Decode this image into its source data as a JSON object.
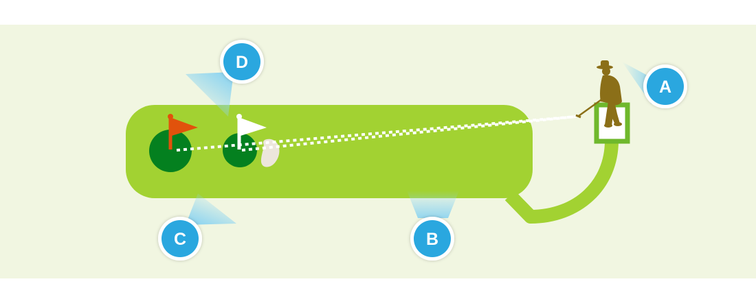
{
  "markers": [
    {
      "id": "A",
      "label": "A"
    },
    {
      "id": "B",
      "label": "B"
    },
    {
      "id": "C",
      "label": "C"
    },
    {
      "id": "D",
      "label": "D"
    }
  ],
  "colors": {
    "background_band": "#f1f6e1",
    "fairway": "#a2d232",
    "green": "#04801f",
    "pin_flag": "#e1520c",
    "secondary_flag": "#ffffff",
    "bunker": "#ece6dc",
    "tee_box": "#6fb82c",
    "golfer": "#8b6f18",
    "marker_fill": "#2aa7df",
    "marker_ring": "#ffffff",
    "beam": "#8fd5f0",
    "shot_path": "#ffffff"
  },
  "icons": {
    "golfer": "golfer-putting-icon",
    "pin": "red-flag-icon",
    "secondary_pin": "white-flag-icon"
  }
}
